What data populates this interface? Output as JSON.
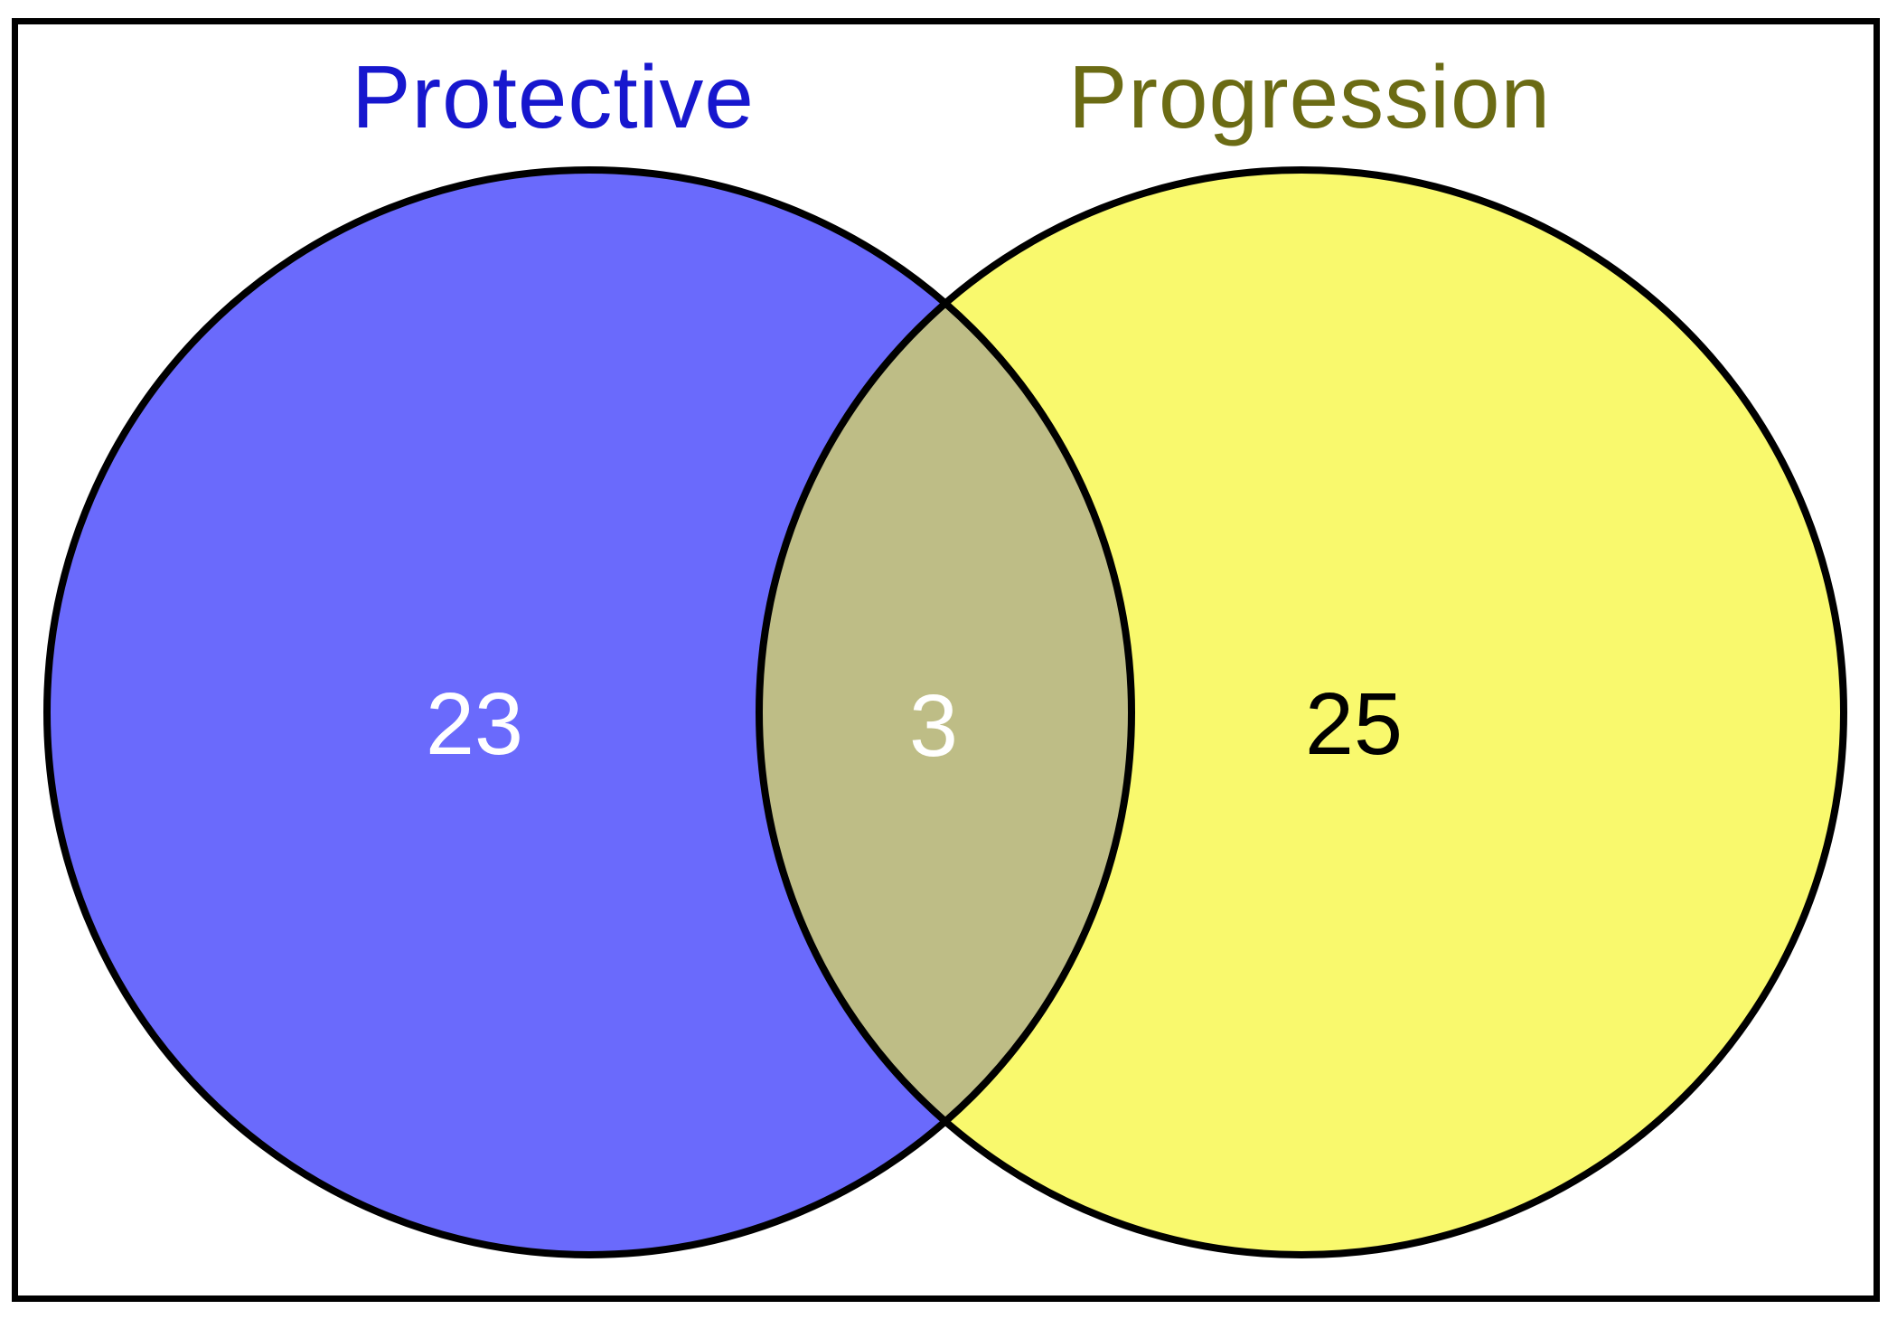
{
  "diagram": {
    "type": "venn",
    "background_color": "#FFFFFF",
    "border_color": "#000000",
    "circle_outline_color": "#000000",
    "sets": [
      {
        "label": "Protective",
        "label_color": "#1717CE",
        "fill_color": "#6A6AFC",
        "unique_count": "23",
        "count_color": "#FFFFFF"
      },
      {
        "label": "Progression",
        "label_color": "#6B6B14",
        "fill_color": "#F9F96D",
        "unique_count": "25",
        "count_color": "#000000"
      }
    ],
    "intersection": {
      "count": "3",
      "fill_color": "#BEBD86",
      "count_color": "#FFFFFF"
    }
  }
}
